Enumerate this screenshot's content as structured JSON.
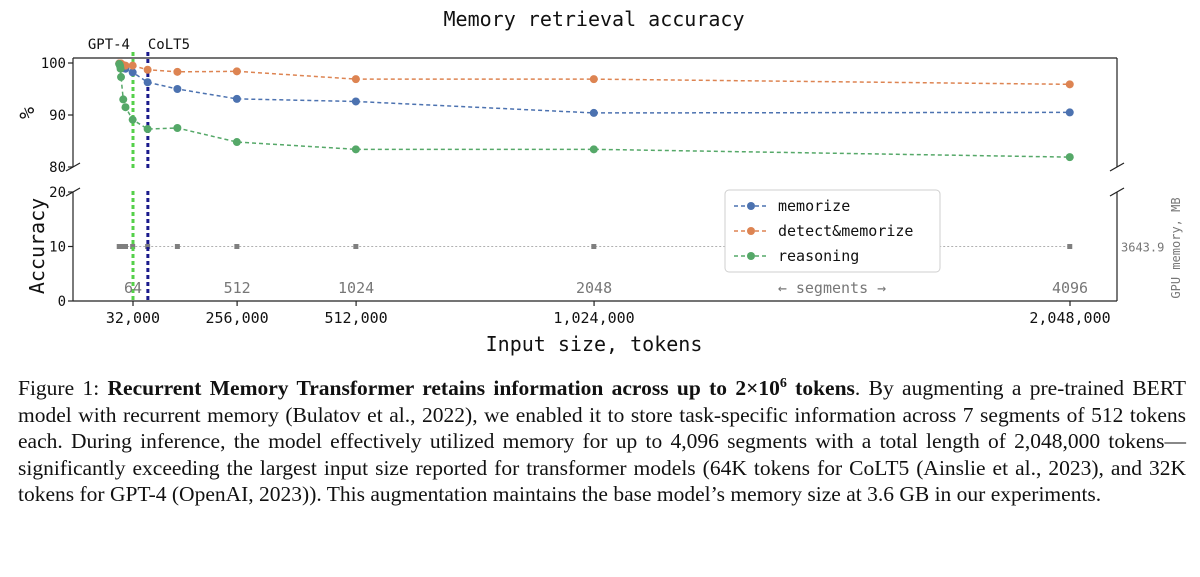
{
  "chart_data": {
    "type": "line",
    "title": "Memory retrieval accuracy",
    "xlabel": "Input size, tokens",
    "ylabel_top": "%",
    "ylabel_bottom": "Accuracy",
    "ylabel_right": "GPU memory, MB",
    "x_tick_labels": [
      "32,000",
      "256,000",
      "512,000",
      "1,024,000",
      "2,048,000"
    ],
    "x_tick_values": [
      32000,
      256000,
      512000,
      1024000,
      2048000
    ],
    "top_ylim": [
      80,
      100
    ],
    "top_y_ticks": [
      {
        "value": 100,
        "label": "100"
      },
      {
        "value": 90,
        "label": "90"
      },
      {
        "value": 80,
        "label": "80"
      }
    ],
    "bottom_ylim": [
      0,
      20
    ],
    "bottom_y_ticks": [
      {
        "value": 20,
        "label": "20"
      },
      {
        "value": 10,
        "label": "10"
      },
      {
        "value": 0,
        "label": "0"
      }
    ],
    "x": [
      512,
      1536,
      2560,
      3584,
      4608,
      9728,
      14848,
      31232,
      63488,
      127488,
      255488,
      511488,
      1023488,
      2047488
    ],
    "series": [
      {
        "name": "memorize",
        "color": "#4c72b0",
        "values": [
          99.9,
          99.9,
          99.8,
          99.6,
          99.4,
          99.0,
          98.9,
          98.2,
          96.3,
          95.0,
          93.1,
          92.6,
          90.4,
          90.5
        ]
      },
      {
        "name": "detect&memorize",
        "color": "#dd8452",
        "values": [
          99.9,
          99.9,
          99.9,
          99.9,
          99.9,
          99.6,
          99.5,
          99.5,
          98.7,
          98.3,
          98.4,
          96.9,
          96.9,
          95.9
        ]
      },
      {
        "name": "reasoning",
        "color": "#55a868",
        "values": [
          99.8,
          99.7,
          99.4,
          98.9,
          97.3,
          93.0,
          91.5,
          89.1,
          87.3,
          87.5,
          84.8,
          83.4,
          83.4,
          81.9
        ]
      }
    ],
    "gpu_memory": {
      "label": "3643.9",
      "color": "#7f7f7f",
      "level": 10,
      "x": [
        512,
        1536,
        2560,
        3584,
        4608,
        9728,
        14848,
        31232,
        63488,
        127488,
        255488,
        511488,
        1023488,
        2047488
      ]
    },
    "vertical_markers": [
      {
        "name": "GPT-4",
        "x": 32000,
        "color": "#55d04a"
      },
      {
        "name": "CoLT5",
        "x": 64000,
        "color": "#1a1a8c"
      }
    ],
    "segment_labels": [
      {
        "label": "64",
        "x": 32000
      },
      {
        "label": "512",
        "x": 256000
      },
      {
        "label": "1024",
        "x": 512000
      },
      {
        "label": "2048",
        "x": 1024000
      },
      {
        "label": "4096",
        "x": 2048000
      }
    ],
    "segments_arrow_text": "← segments →",
    "legend_position": "lower-right of chart"
  },
  "caption": {
    "label": "Figure 1: ",
    "bold_text": "Recurrent Memory Transformer retains information across up to 2×10",
    "bold_sup": "6",
    "bold_tail": " tokens",
    "body": ". By augmenting a pre-trained BERT model with recurrent memory (Bulatov et al., 2022), we enabled it to store task-specific information across 7 segments of 512 tokens each. During inference, the model effectively utilized memory for up to 4,096 segments with a total length of 2,048,000 tokens—significantly exceeding the largest input size reported for transformer models (64K tokens for CoLT5 (Ainslie et al., 2023), and 32K tokens for GPT-4 (OpenAI, 2023)). This augmentation maintains the base model’s memory size at 3.6 GB in our experiments."
  }
}
